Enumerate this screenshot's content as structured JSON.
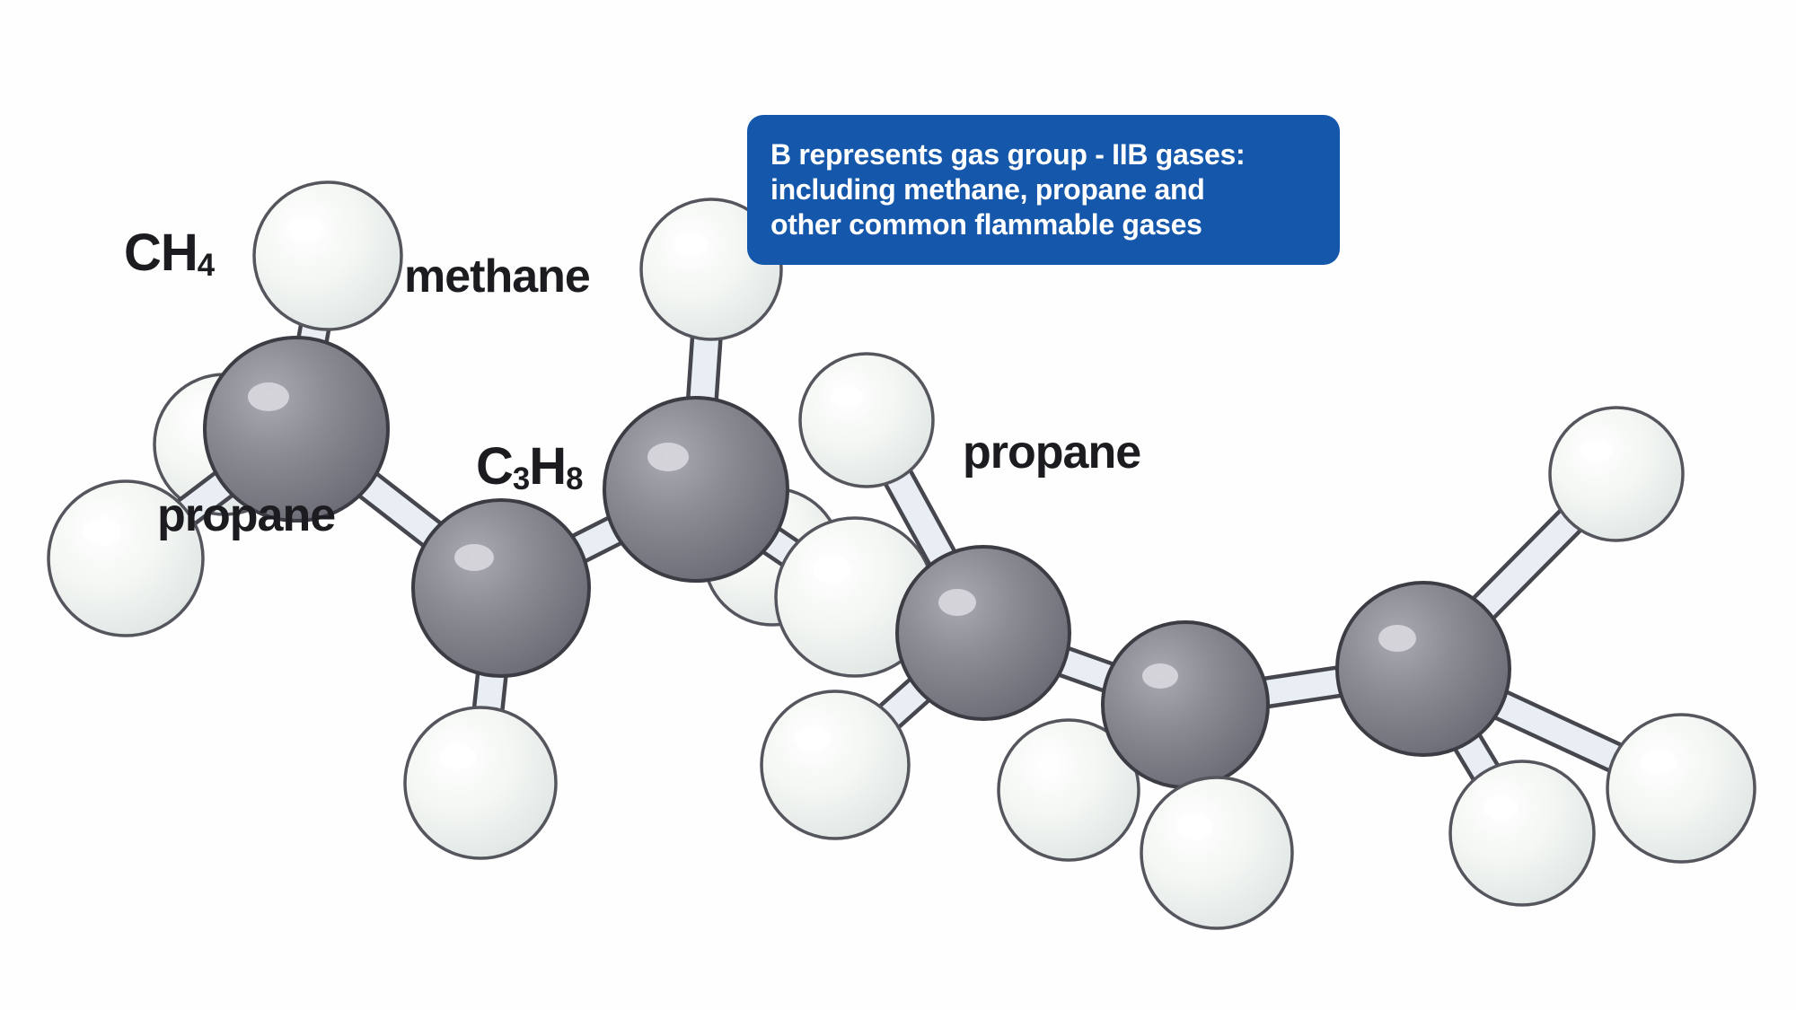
{
  "labels": {
    "methane_formula_base": "CH",
    "methane_formula_sub": "4",
    "methane_name": "methane",
    "propane_name_left": "propane",
    "propane_formula_part1": "C",
    "propane_formula_sub1": "3",
    "propane_formula_part2": "H",
    "propane_formula_sub2": "8",
    "propane_name_right": "propane"
  },
  "infobox": {
    "lines": [
      "B represents gas group - IIB gases:",
      "including methane, propane and",
      "other common flammable gases"
    ]
  },
  "colors": {
    "background": "#fefefe",
    "infobox_background": "#1557ab",
    "infobox_text": "#ffffff",
    "label_text": "#1c1c20",
    "carbon_sphere": "#8c8c94",
    "hydrogen_sphere": "#f2f5f3",
    "bond_fill": "#e9eef5",
    "sphere_outline": "#3c3c44"
  }
}
